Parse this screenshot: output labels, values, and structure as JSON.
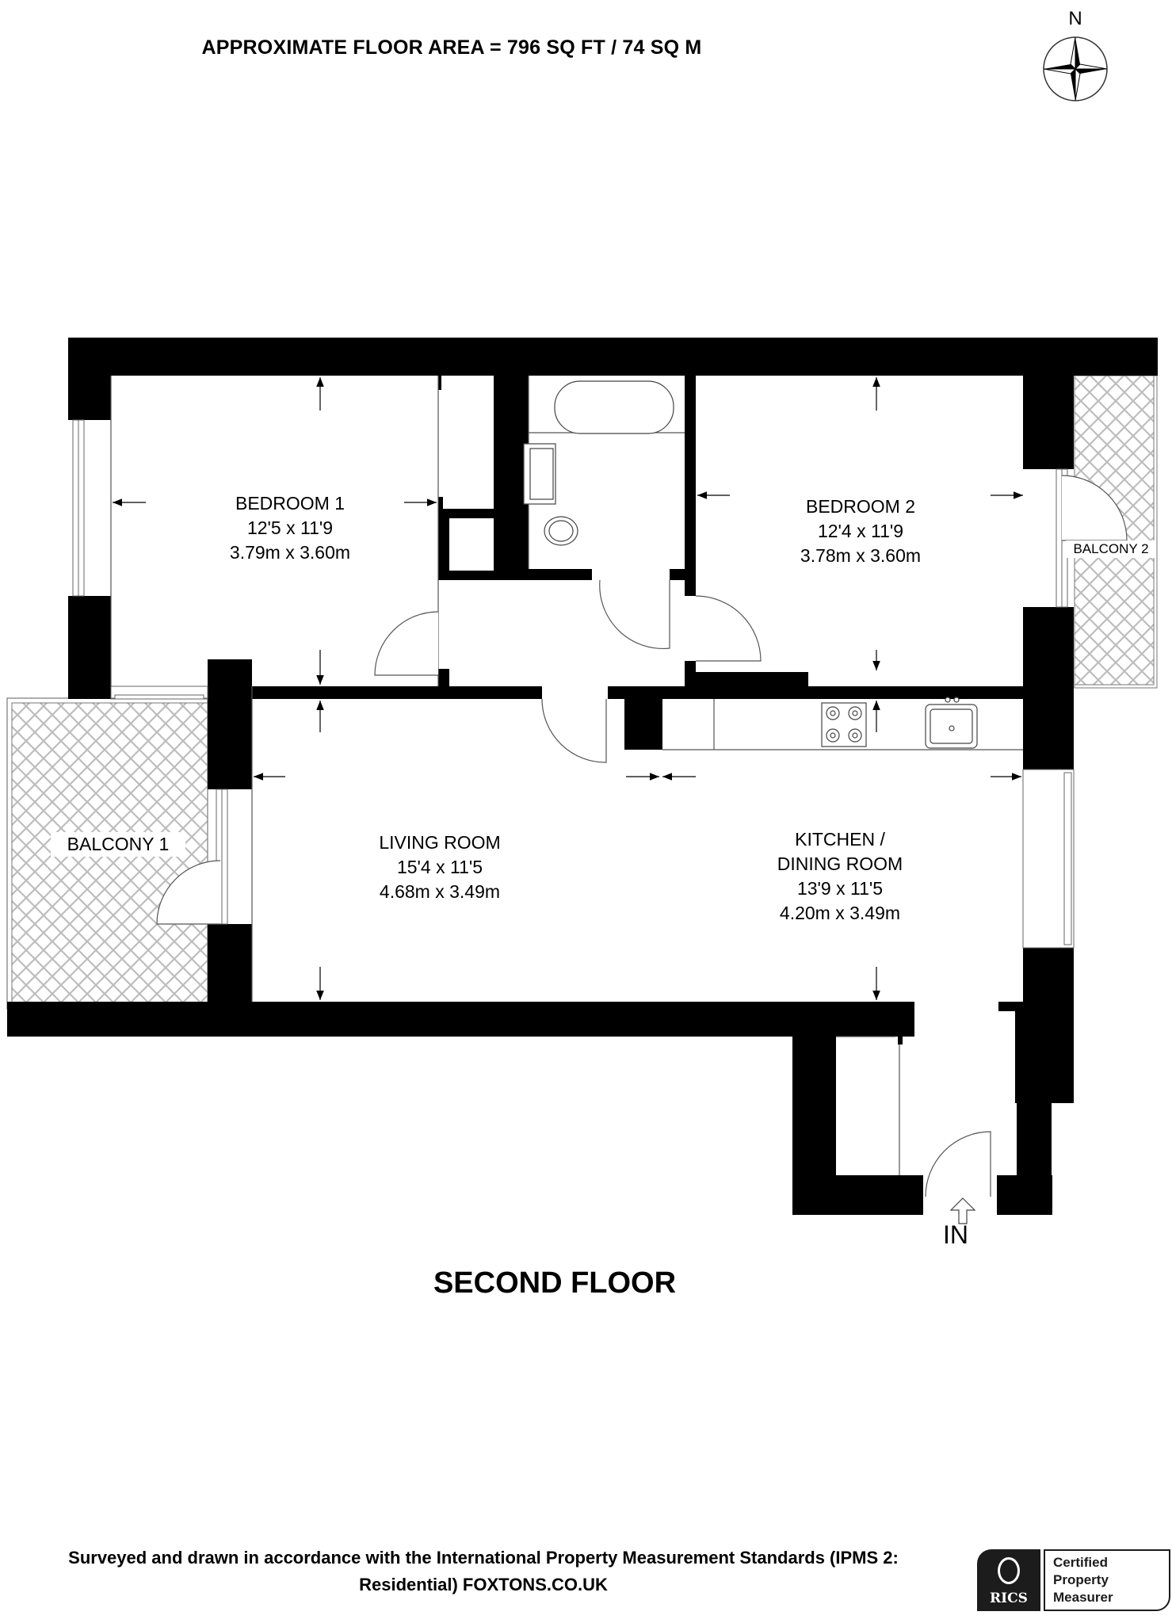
{
  "header": {
    "title": "APPROXIMATE FLOOR AREA = 796 SQ FT / 74 SQ M",
    "area_sq_ft": 796,
    "area_sq_m": 74
  },
  "compass": {
    "label": "N",
    "icon": "compass-rose-icon"
  },
  "rooms": [
    {
      "name": "BEDROOM 1",
      "imperial": "12'5 x 11'9",
      "metric": "3.79m x 3.60m"
    },
    {
      "name": "BEDROOM 2",
      "imperial": "12'4 x 11'9",
      "metric": "3.78m x 3.60m"
    },
    {
      "name": "LIVING ROOM",
      "imperial": "15'4 x 11'5",
      "metric": "4.68m x 3.49m"
    },
    {
      "name_line1": "KITCHEN /",
      "name_line2": "DINING ROOM",
      "imperial": "13'9 x 11'5",
      "metric": "4.20m x 3.49m"
    }
  ],
  "balconies": [
    {
      "name": "BALCONY 1"
    },
    {
      "name": "BALCONY 2"
    }
  ],
  "entrance": {
    "label": "IN",
    "icon": "entrance-arrow-icon"
  },
  "floor": {
    "name": "SECOND FLOOR"
  },
  "footer": {
    "line1": "Surveyed and drawn in accordance with the International Property Measurement Standards (IPMS 2:",
    "line2": "Residential) FOXTONS.CO.UK"
  },
  "badge": {
    "brand": "RICS",
    "line1": "Certified",
    "line2": "Property",
    "line3": "Measurer"
  },
  "colors": {
    "wall": "#000000",
    "hatch": "#bdbdbd",
    "line": "#555555",
    "background": "#ffffff"
  }
}
